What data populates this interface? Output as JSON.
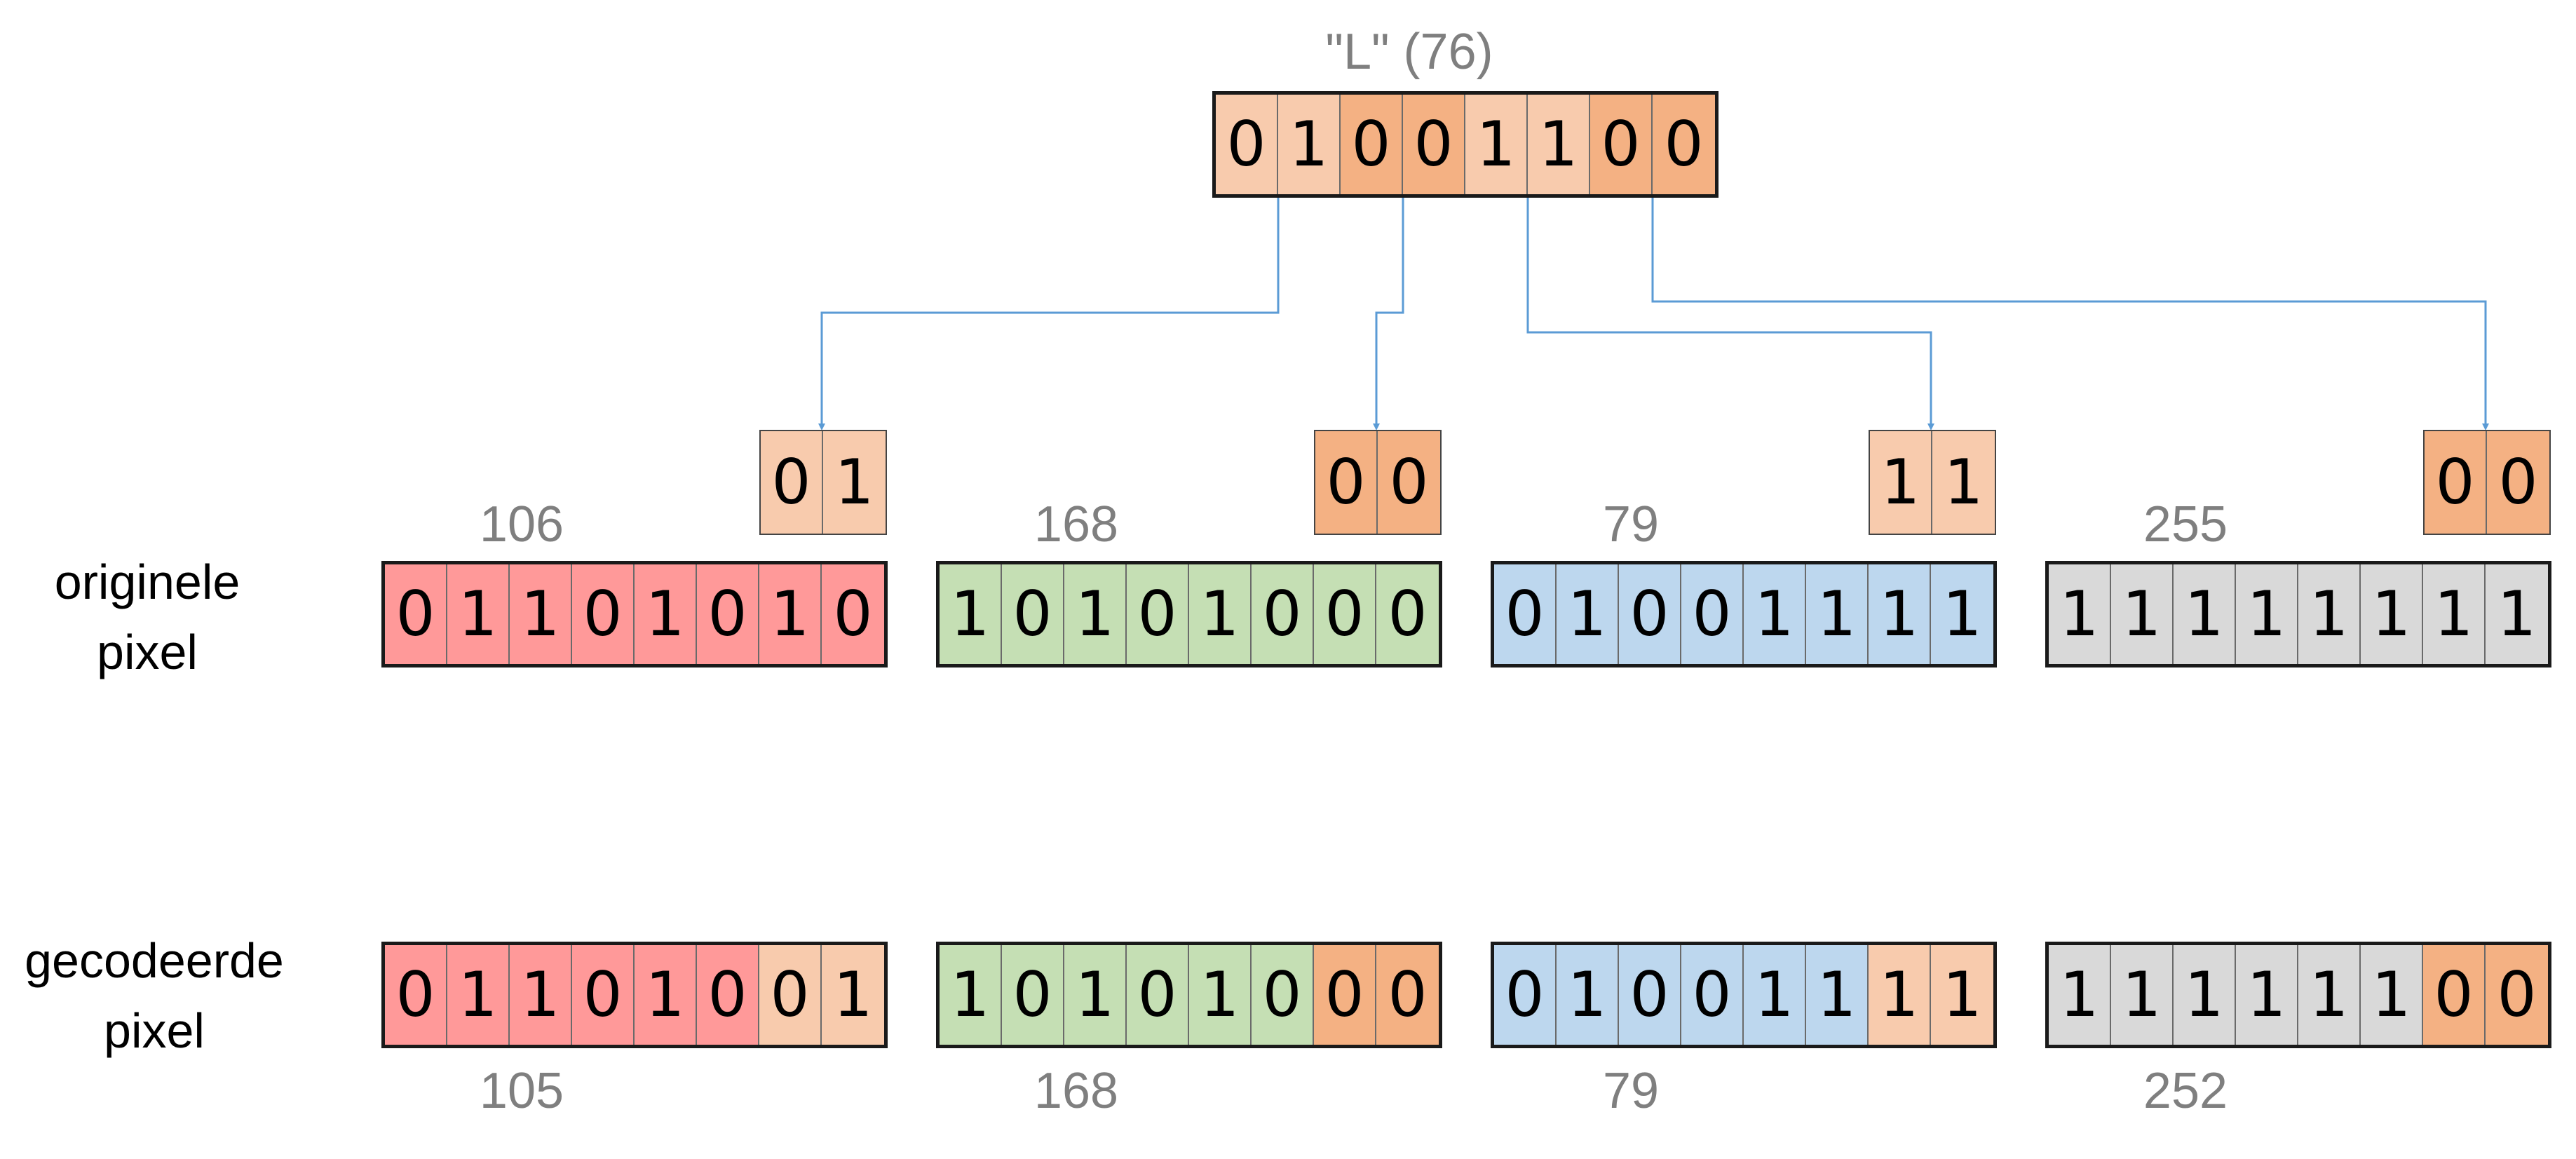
{
  "character": {
    "label": "\"L\" (76)",
    "bits": [
      "0",
      "1",
      "0",
      "0",
      "1",
      "1",
      "0",
      "0"
    ]
  },
  "rows": {
    "original_label_line1": "originele",
    "original_label_line2": "pixel",
    "encoded_label_line1": "gecodeerde",
    "encoded_label_line2": "pixel"
  },
  "pixels": [
    {
      "channel": "red",
      "original_value": "106",
      "original_bits": [
        "0",
        "1",
        "1",
        "0",
        "1",
        "0",
        "1",
        "0"
      ],
      "inserted_bits": [
        "0",
        "1"
      ],
      "encoded_value": "105",
      "encoded_bits": [
        "0",
        "1",
        "1",
        "0",
        "1",
        "0",
        "0",
        "1"
      ]
    },
    {
      "channel": "green",
      "original_value": "168",
      "original_bits": [
        "1",
        "0",
        "1",
        "0",
        "1",
        "0",
        "0",
        "0"
      ],
      "inserted_bits": [
        "0",
        "0"
      ],
      "encoded_value": "168",
      "encoded_bits": [
        "1",
        "0",
        "1",
        "0",
        "1",
        "0",
        "0",
        "0"
      ]
    },
    {
      "channel": "blue",
      "original_value": "79",
      "original_bits": [
        "0",
        "1",
        "0",
        "0",
        "1",
        "1",
        "1",
        "1"
      ],
      "inserted_bits": [
        "1",
        "1"
      ],
      "encoded_value": "79",
      "encoded_bits": [
        "0",
        "1",
        "0",
        "0",
        "1",
        "1",
        "1",
        "1"
      ]
    },
    {
      "channel": "gray",
      "original_value": "255",
      "original_bits": [
        "1",
        "1",
        "1",
        "1",
        "1",
        "1",
        "1",
        "1"
      ],
      "inserted_bits": [
        "0",
        "0"
      ],
      "encoded_value": "252",
      "encoded_bits": [
        "1",
        "1",
        "1",
        "1",
        "1",
        "1",
        "0",
        "0"
      ]
    }
  ],
  "colors": {
    "red": "#ff9999",
    "green": "#c5dfb4",
    "blue": "#bdd7ee",
    "gray": "#d9d9d9",
    "orange_light": "#f8cbad",
    "orange_dark": "#f4b183",
    "arrow": "#5b9bd5",
    "value_text": "#7f7f7f"
  }
}
